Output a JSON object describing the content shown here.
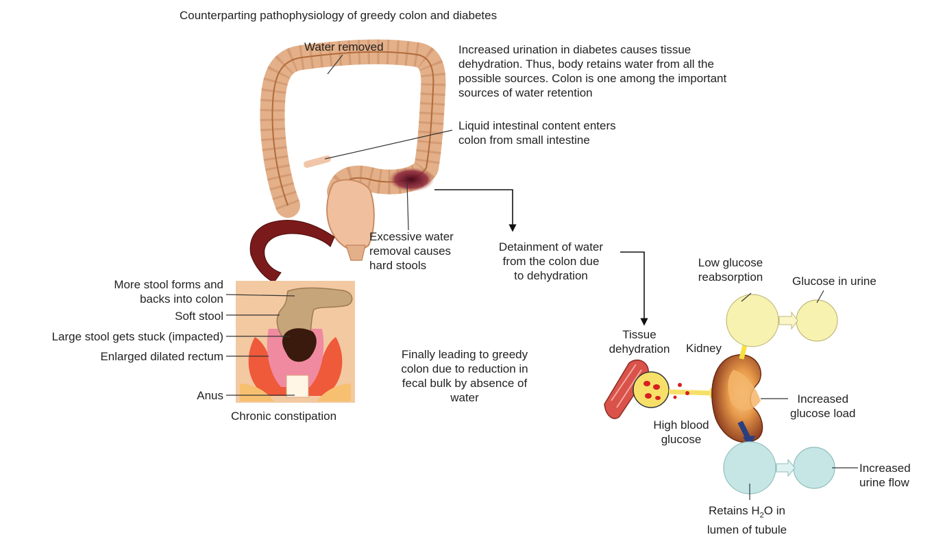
{
  "title": "Counterparting pathophysiology of greedy colon and diabetes",
  "colon": {
    "water_removed": "Water removed",
    "diabetes_note": [
      "Increased urination in diabetes causes tissue",
      "dehydration. Thus, body retains water from all the",
      "possible sources. Colon is one among the important",
      "sources of water retention"
    ],
    "liquid_content": [
      "Liquid intestinal content enters",
      "colon from small intestine"
    ],
    "excessive_water": [
      "Excessive water",
      "removal causes",
      "hard stools"
    ],
    "detainment": [
      "Detainment of water",
      "from the colon due",
      "to dehydration"
    ]
  },
  "rectum": {
    "more_stool": [
      "More stool forms and",
      "backs into colon"
    ],
    "soft_stool": "Soft stool",
    "large_stool": "Large stool gets stuck (impacted)",
    "enlarged_rectum": "Enlarged dilated rectum",
    "anus": "Anus",
    "caption": "Chronic constipation"
  },
  "greedy_colon": [
    "Finally leading to greedy",
    "colon due to reduction in",
    "fecal bulk by absence of",
    "water"
  ],
  "kidney": {
    "tissue_dehydration": [
      "Tissue",
      "dehydration"
    ],
    "kidney_label": "Kidney",
    "low_glucose": [
      "Low glucose",
      "reabsorption"
    ],
    "glucose_urine": "Glucose in urine",
    "increased_load": [
      "Increased",
      "glucose load"
    ],
    "high_glucose": [
      "High blood",
      "glucose"
    ],
    "increased_flow": [
      "Increased",
      "urine flow"
    ],
    "retains_prefix": "Retains H",
    "retains_sub": "2",
    "retains_suffix": "O in",
    "lumen": "lumen of tubule"
  },
  "colors": {
    "colon": "#e3b089",
    "colon_dark": "#c98a62",
    "maroon": "#7a1a1a",
    "yellow_circle": "#f7f2b0",
    "cyan_circle": "#c6e6e6",
    "rectum_bg": "#f3c9a2"
  }
}
